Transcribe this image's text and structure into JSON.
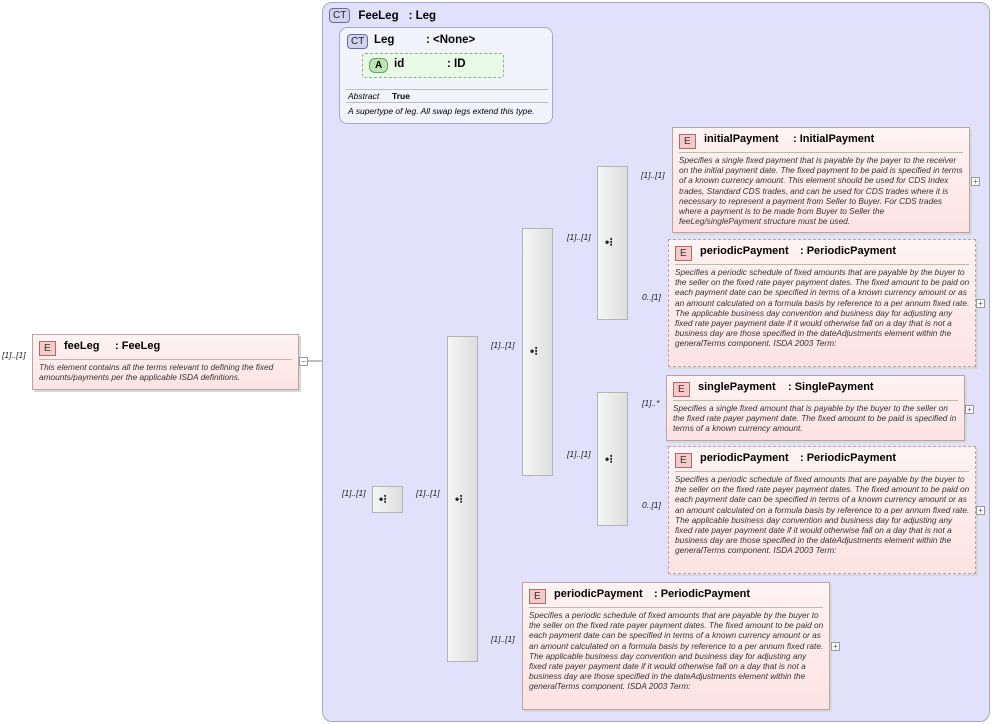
{
  "complex_type": {
    "badge": "CT",
    "name": "FeeLeg",
    "type": ": Leg"
  },
  "leg_type": {
    "badge": "CT",
    "name": "Leg",
    "type": ": <None>",
    "attribute": {
      "badge": "A",
      "name": "id",
      "type": ": ID"
    },
    "abstract_label": "Abstract",
    "abstract_value": "True",
    "doc": "A supertype of leg. All swap legs extend this type."
  },
  "root_element": {
    "badge": "E",
    "name": "feeLeg",
    "type": ": FeeLeg",
    "cardinality": "[1]..[1]",
    "doc": "This element contains all the terms relevant to defining the fixed amounts/payments per the applicable ISDA definitions."
  },
  "sequences": {
    "root_cardinality": "[1]..[1]",
    "choice_cardinality": "[1]..[1]",
    "seq_a_cardinality": "[1]..[1]",
    "seq_b_cardinality": "[1]..[1]",
    "last_cardinality": "[1]..[1]"
  },
  "elements": [
    {
      "badge": "E",
      "name": "initialPayment",
      "type": ": InitialPayment",
      "cardinality": "[1]..[1]",
      "doc": "Specifies a single fixed payment that is payable by the payer to the receiver on the initial payment date. The fixed payment to be paid is specified in terms of a known currency amount. This element should be used for CDS Index trades, Standard CDS trades, and can be used for CDS trades where it is necessary to represent a payment from Seller to Buyer. For CDS trades where a payment is to be made from Buyer to Seller the feeLeg/singlePayment structure must be used."
    },
    {
      "badge": "E",
      "name": "periodicPayment",
      "type": ": PeriodicPayment",
      "cardinality": "0..[1]",
      "doc": "Specifies a periodic schedule of fixed amounts that are payable by the buyer to the seller on the fixed rate payer payment dates. The fixed amount to be paid on each payment date can be specified in terms of a known currency amount or as an amount calculated on a formula basis by reference to a per annum fixed rate. The applicable business day convention and business day for adjusting any fixed rate payer payment date if it would otherwise fall on a day that is not a business day are those specified in the dateAdjustments element within the generalTerms component. ISDA 2003 Term:"
    },
    {
      "badge": "E",
      "name": "singlePayment",
      "type": ": SinglePayment",
      "cardinality": "[1]..*",
      "doc": "Specifies a single fixed amount that is payable by the buyer to the seller on the fixed rate payer payment date. The fixed amount to be paid is specified in terms of a known currency amount."
    },
    {
      "badge": "E",
      "name": "periodicPayment",
      "type": ": PeriodicPayment",
      "cardinality": "0..[1]",
      "doc": "Specifies a periodic schedule of fixed amounts that are payable by the buyer to the seller on the fixed rate payer payment dates. The fixed amount to be paid on each payment date can be specified in terms of a known currency amount or as an amount calculated on a formula basis by reference to a per annum fixed rate. The applicable business day convention and business day for adjusting any fixed rate payer payment date if it would otherwise fall on a day that is not a business day are those specified in the dateAdjustments element within the generalTerms component. ISDA 2003 Term:"
    },
    {
      "badge": "E",
      "name": "periodicPayment",
      "type": ": PeriodicPayment",
      "cardinality": "[1]..[1]",
      "doc": "Specifies a periodic schedule of fixed amounts that are payable by the buyer to the seller on the fixed rate payer payment dates. The fixed amount to be paid on each payment date can be specified in terms of a known currency amount or as an amount calculated on a formula basis by reference to a per annum fixed rate. The applicable business day convention and business day for adjusting any fixed rate payer payment date if it would otherwise fall on a day that is not a business day are those specified in the dateAdjustments element within the generalTerms component. ISDA 2003 Term:"
    }
  ]
}
